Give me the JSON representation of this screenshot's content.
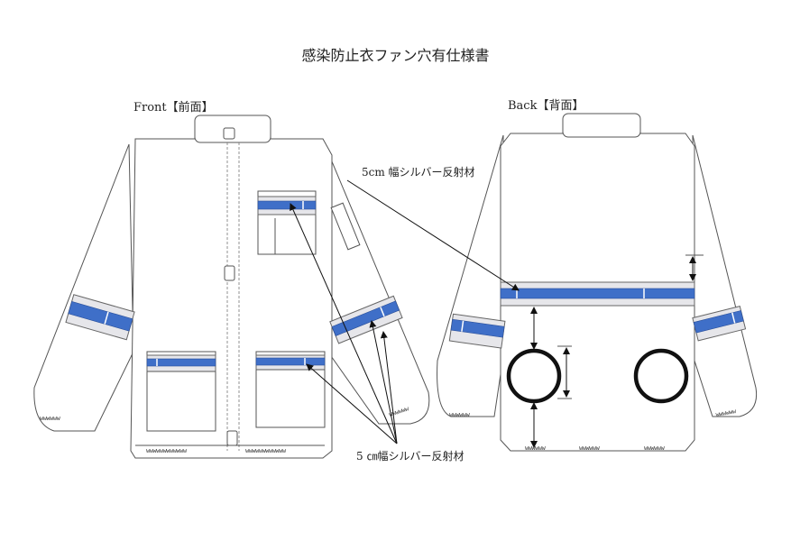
{
  "title": "感染防止衣ファン穴有仕様書",
  "front_label": "Front【前面】",
  "back_label": "Back【背面】",
  "callout_top": "5cm 幅シルバー反射材",
  "callout_bottom": "5 ㎝幅シルバー反射材",
  "hem_text_long": "wwwwwwwwwwww",
  "hem_text_short": "wwwwww",
  "colors": {
    "reflective_blue": "#3f6fc8",
    "reflective_silver": "#e6e6ea",
    "outline": "#555555",
    "fan_hole": "#111111"
  }
}
